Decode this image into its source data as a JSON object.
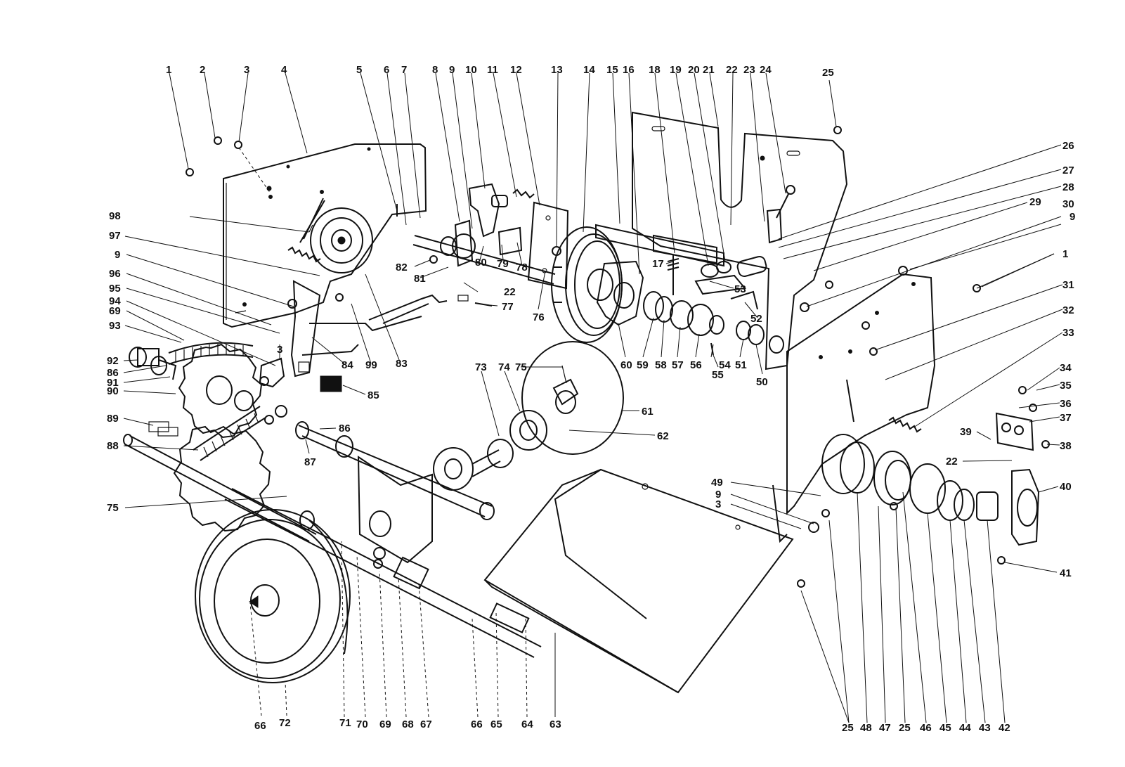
{
  "callouts": {
    "t_1a": "1",
    "t_2": "2",
    "t_3a": "3",
    "t_4": "4",
    "t_5": "5",
    "t_6": "6",
    "t_7": "7",
    "t_8": "8",
    "t_9a": "9",
    "t_10": "10",
    "t_11": "11",
    "t_12": "12",
    "t_13": "13",
    "t_14": "14",
    "t_15": "15",
    "t_16": "16",
    "t_18": "18",
    "t_19": "19",
    "t_20": "20",
    "t_21": "21",
    "t_22a": "22",
    "t_23": "23",
    "t_24": "24",
    "t_25a": "25",
    "t_26": "26",
    "t_27": "27",
    "t_28": "28",
    "t_29": "29",
    "t_30": "30",
    "t_9b": "9",
    "t_1b": "1",
    "t_31": "31",
    "t_32": "32",
    "t_33": "33",
    "t_34": "34",
    "t_35": "35",
    "t_36": "36",
    "t_37": "37",
    "t_38": "38",
    "t_39": "39",
    "t_22b": "22",
    "t_40": "40",
    "t_41": "41",
    "t_98": "98",
    "t_97": "97",
    "t_9c": "9",
    "t_96": "96",
    "t_95": "95",
    "t_94": "94",
    "t_69a": "69",
    "t_93": "93",
    "t_92": "92",
    "t_86a": "86",
    "t_91": "91",
    "t_90": "90",
    "t_89": "89",
    "t_88": "88",
    "t_75a": "75",
    "t_3b": "3",
    "t_84": "84",
    "t_99": "99",
    "t_83": "83",
    "t_85": "85",
    "t_82": "82",
    "t_81": "81",
    "t_80": "80",
    "t_79": "79",
    "t_78": "78",
    "t_22c": "22",
    "t_77": "77",
    "t_76": "76",
    "t_17": "17",
    "t_53": "53",
    "t_52": "52",
    "t_60": "60",
    "t_59": "59",
    "t_58": "58",
    "t_57": "57",
    "t_56": "56",
    "t_54": "54",
    "t_51": "51",
    "t_50": "50",
    "t_55": "55",
    "t_73": "73",
    "t_74": "74",
    "t_75b": "75",
    "t_61": "61",
    "t_62": "62",
    "t_86b": "86",
    "t_87": "87",
    "t_49": "49",
    "t_9d": "9",
    "t_3c": "3",
    "t_66a": "66",
    "t_72": "72",
    "t_71": "71",
    "t_70": "70",
    "t_69b": "69",
    "t_68": "68",
    "t_67": "67",
    "t_66b": "66",
    "t_65": "65",
    "t_64": "64",
    "t_63": "63",
    "t_25b": "25",
    "t_48": "48",
    "t_47": "47",
    "t_25c": "25",
    "t_46": "46",
    "t_45": "45",
    "t_44": "44",
    "t_43": "43",
    "t_42": "42"
  }
}
